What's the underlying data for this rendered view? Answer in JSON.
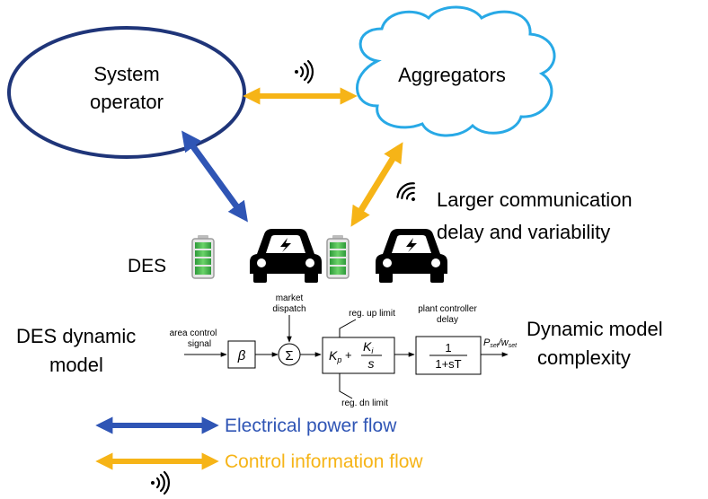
{
  "nodes": {
    "system_operator": {
      "line1": "System",
      "line2": "operator"
    },
    "aggregators": {
      "label": "Aggregators"
    }
  },
  "annotation": {
    "line1": "Larger communication",
    "line2": "delay and variability"
  },
  "des": {
    "label": "DES"
  },
  "dynamic_model": {
    "left_line1": "DES dynamic",
    "left_line2": "model",
    "right_line1": "Dynamic model",
    "right_line2": "complexity",
    "block": {
      "input_line1": "area control",
      "input_line2": "signal",
      "beta": "β",
      "sum": "Σ",
      "market_line1": "market",
      "market_line2": "dispatch",
      "up_limit": "reg. up limit",
      "dn_limit": "reg. dn limit",
      "kp": "K",
      "kp_sub": "p",
      "plus": " + ",
      "ki": "K",
      "ki_sub": "i",
      "s": "s",
      "plant_line1": "plant controller",
      "plant_line2": "delay",
      "tf_num": "1",
      "tf_den": "1+sT",
      "output": "P",
      "output_sub": "set",
      "output_mid": "/w",
      "output_sub2": "set"
    }
  },
  "legend": {
    "electrical": "Electrical power flow",
    "control": "Control information flow"
  },
  "colors": {
    "navy": "#1f3579",
    "blue_arrow": "#2f55b5",
    "orange": "#f6b417",
    "cloud": "#28a9e6",
    "battery_green": "#3fb04a",
    "legend_blue": "#2f55b5",
    "legend_orange": "#f6b417"
  },
  "icons": [
    "wireless-signal-icon",
    "battery-icon",
    "electric-car-icon"
  ]
}
